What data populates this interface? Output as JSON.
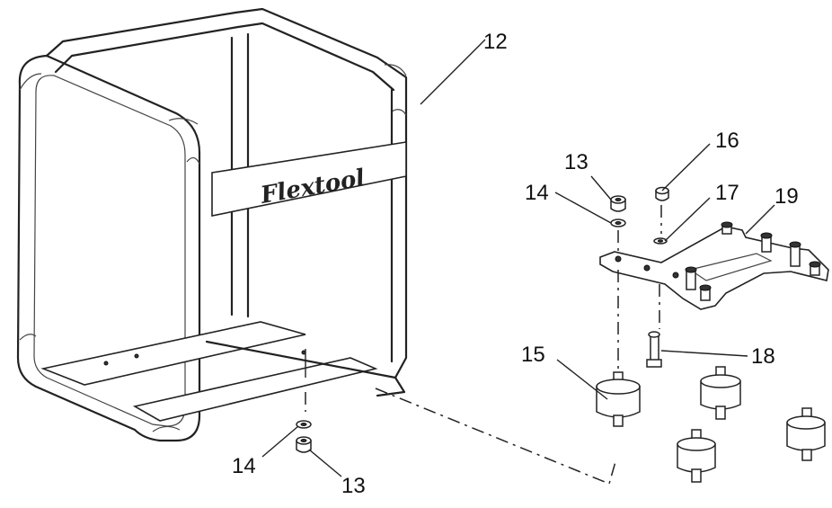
{
  "brand_text": "Flextool",
  "callouts": [
    {
      "id": "frame",
      "label": "12"
    },
    {
      "id": "nut-top",
      "label": "13"
    },
    {
      "id": "nut-bottom",
      "label": "13"
    },
    {
      "id": "washer-top",
      "label": "14"
    },
    {
      "id": "washer-bottom",
      "label": "14"
    },
    {
      "id": "mount",
      "label": "15"
    },
    {
      "id": "cap",
      "label": "16"
    },
    {
      "id": "small-washer",
      "label": "17"
    },
    {
      "id": "plate",
      "label": "19"
    },
    {
      "id": "bolt",
      "label": "18"
    }
  ]
}
